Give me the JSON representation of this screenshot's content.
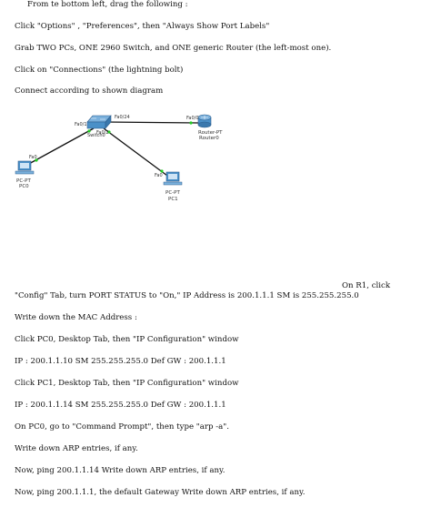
{
  "instructions": {
    "l1": "From te bottom left, drag the following :",
    "l2": "Click \"Options\" , \"Preferences\", then \"Always Show Port Labels\"",
    "l3": "Grab TWO PCs, ONE 2960 Switch, and ONE generic Router (the left-most one).",
    "l4": "Click on \"Connections\" (the lightning bolt)",
    "l5": "Connect according to shown diagram",
    "l6": "On R1, click",
    "l7": "\"Config\" Tab, turn PORT STATUS to \"On,\" IP Address is 200.1.1.1 SM is 255.255.255.0",
    "l8": "Write down the MAC Address :",
    "l9": "Click PC0, Desktop Tab, then \"IP Configuration\" window",
    "l10": "IP : 200.1.1.10 SM 255.255.255.0 Def GW : 200.1.1.1",
    "l11": "Click PC1, Desktop Tab, then \"IP Configuration\" window",
    "l12": "IP : 200.1.1.14 SM 255.255.255.0 Def GW : 200.1.1.1",
    "l13": "On PC0, go to \"Command Prompt\", then type \"arp -a\".",
    "l14": "Write down ARP entries, if any.",
    "l15": "Now, ping 200.1.1.14 Write down ARP entries, if any.",
    "l16": "Now, ping 200.1.1.1, the default Gateway Write down ARP entries, if any."
  },
  "diagram": {
    "switch": {
      "name": "Switch0"
    },
    "router": {
      "type": "Router-PT",
      "name": "Router0"
    },
    "pc0": {
      "type": "PC-PT",
      "name": "PC0"
    },
    "pc1": {
      "type": "PC-PT",
      "name": "PC1"
    },
    "ports": {
      "sw_fa01": "Fa0/1",
      "sw_fa024": "Fa0/24",
      "sw_fa02": "Fa0/2",
      "r_fa00": "Fa0/0",
      "pc0_fa0": "Fa0",
      "pc1_fa0": "Fa0"
    }
  },
  "colors": {
    "cable": "#111111",
    "link_up": "#22cc22",
    "device": "#4a90c8"
  }
}
